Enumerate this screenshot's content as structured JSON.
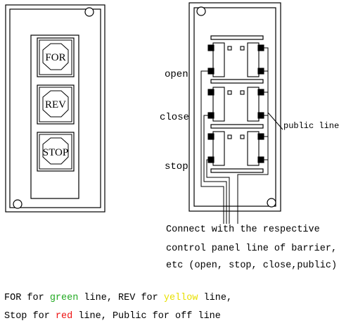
{
  "buttons": [
    {
      "label": "FOR"
    },
    {
      "label": "REV"
    },
    {
      "label": "STOP"
    }
  ],
  "wiring_labels": {
    "open": "open",
    "close": "close",
    "stop": "stop",
    "public_line": "public line"
  },
  "note": {
    "line1": "Connect with the respective",
    "line2": "control panel line of barrier,",
    "line3": "etc (open, stop, close,public)"
  },
  "legend": {
    "row1": {
      "a": "FOR for ",
      "green": "green",
      "b": " line, REV for ",
      "yellow": "yellow",
      "c": " line,"
    },
    "row2": {
      "a": "Stop for ",
      "red": "red",
      "b": " line, Public for off line"
    }
  },
  "colors": {
    "green": "#22aa22",
    "yellow": "#e8e000",
    "red": "#ee1111"
  }
}
